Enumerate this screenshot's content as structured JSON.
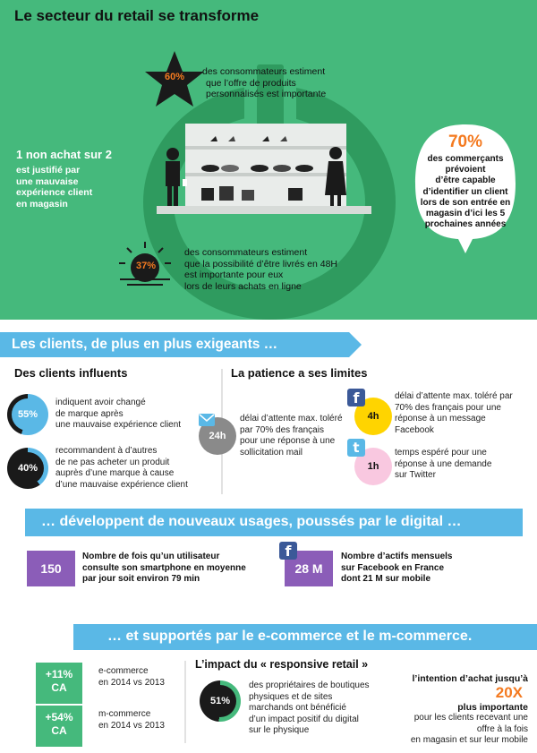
{
  "hero": {
    "title": "Le secteur du retail se transforme",
    "star_value": "60%",
    "star_text": [
      "des consommateurs estiment",
      "que l’offre de produits",
      "personnalisés est importante"
    ],
    "left_big": "1 non achat sur 2",
    "left_text": [
      "est justifié par",
      "une mauvaise",
      "expérience client",
      "en magasin"
    ],
    "bubble_value": "70%",
    "bubble_text": [
      "des commerçants",
      "prévoient",
      "d’être capable",
      "d’identifier un client",
      "lors de son entrée en",
      "magasin d’ici les 5",
      "prochaines années"
    ],
    "sun_value": "37%",
    "sun_text": [
      "des consommateurs estiment",
      "que la possibilité d’être livrés en 48H",
      "est importante pour eux",
      "lors de leurs achats en ligne"
    ]
  },
  "clients": {
    "banner": "Les clients, de plus en plus exigeants …",
    "influents_title": "Des clients influents",
    "stat1_value": "55%",
    "stat1_text": [
      "indiquent avoir changé",
      "de marque après",
      "une mauvaise expérience client"
    ],
    "stat2_value": "40%",
    "stat2_text": [
      "recommandent à d’autres",
      "de ne pas acheter un produit",
      "auprès d’une marque à cause",
      "d’une mauvaise expérience client"
    ],
    "patience_title": "La patience a ses limites",
    "mail_value": "24h",
    "mail_text": [
      "délai d’attente max. toléré",
      "par 70% des français",
      "pour une réponse à une",
      "sollicitation mail"
    ],
    "fb_value": "4h",
    "fb_text": [
      "délai d’attente max. toléré par",
      "70% des français pour une",
      "réponse à un message",
      "Facebook"
    ],
    "tw_value": "1h",
    "tw_text": [
      "temps espéré pour une",
      "réponse à une demande",
      "sur Twitter"
    ]
  },
  "digital": {
    "banner": "… développent de nouveaux usages, poussés par le digital …",
    "box1_value": "150",
    "box1_text": [
      "Nombre de fois qu’un utilisateur",
      "consulte son smartphone en moyenne",
      "par jour soit environ 79 min"
    ],
    "box2_value": "28 M",
    "box2_text": [
      "Nombre d’actifs mensuels",
      "sur Facebook en France",
      "dont 21 M sur mobile"
    ]
  },
  "ecommerce": {
    "banner": "… et supportés par le e-commerce et le m-commerce.",
    "ca1_value": "+11%",
    "ca1_unit": "CA",
    "ca1_text": [
      "e-commerce",
      "en 2014  vs 2013"
    ],
    "ca2_value": "+54%",
    "ca2_unit": "CA",
    "ca2_text": [
      "m-commerce",
      "en 2014  vs 2013"
    ],
    "impact_title": "L’impact du « responsive retail »",
    "impact_value": "51%",
    "impact_text": [
      "des propriétaires de boutiques",
      "physiques et de sites",
      "marchands ont bénéficié",
      "d’un impact positif du digital",
      "sur le physique"
    ],
    "intent_line1": "l’intention d’achat jusqu’à",
    "intent_value": "20X",
    "intent_line2": "plus importante",
    "intent_text": [
      "pour les clients recevant une",
      "offre à la fois",
      "en magasin et sur leur mobile"
    ]
  },
  "colors": {
    "green": "#45b97c",
    "dark_green": "#2f9b5f",
    "blue": "#5ab8e6",
    "purple": "#8b5db8",
    "orange": "#f47a20",
    "pink": "#f9c8e0",
    "yellow": "#ffd400",
    "dark": "#1a1a1a"
  }
}
